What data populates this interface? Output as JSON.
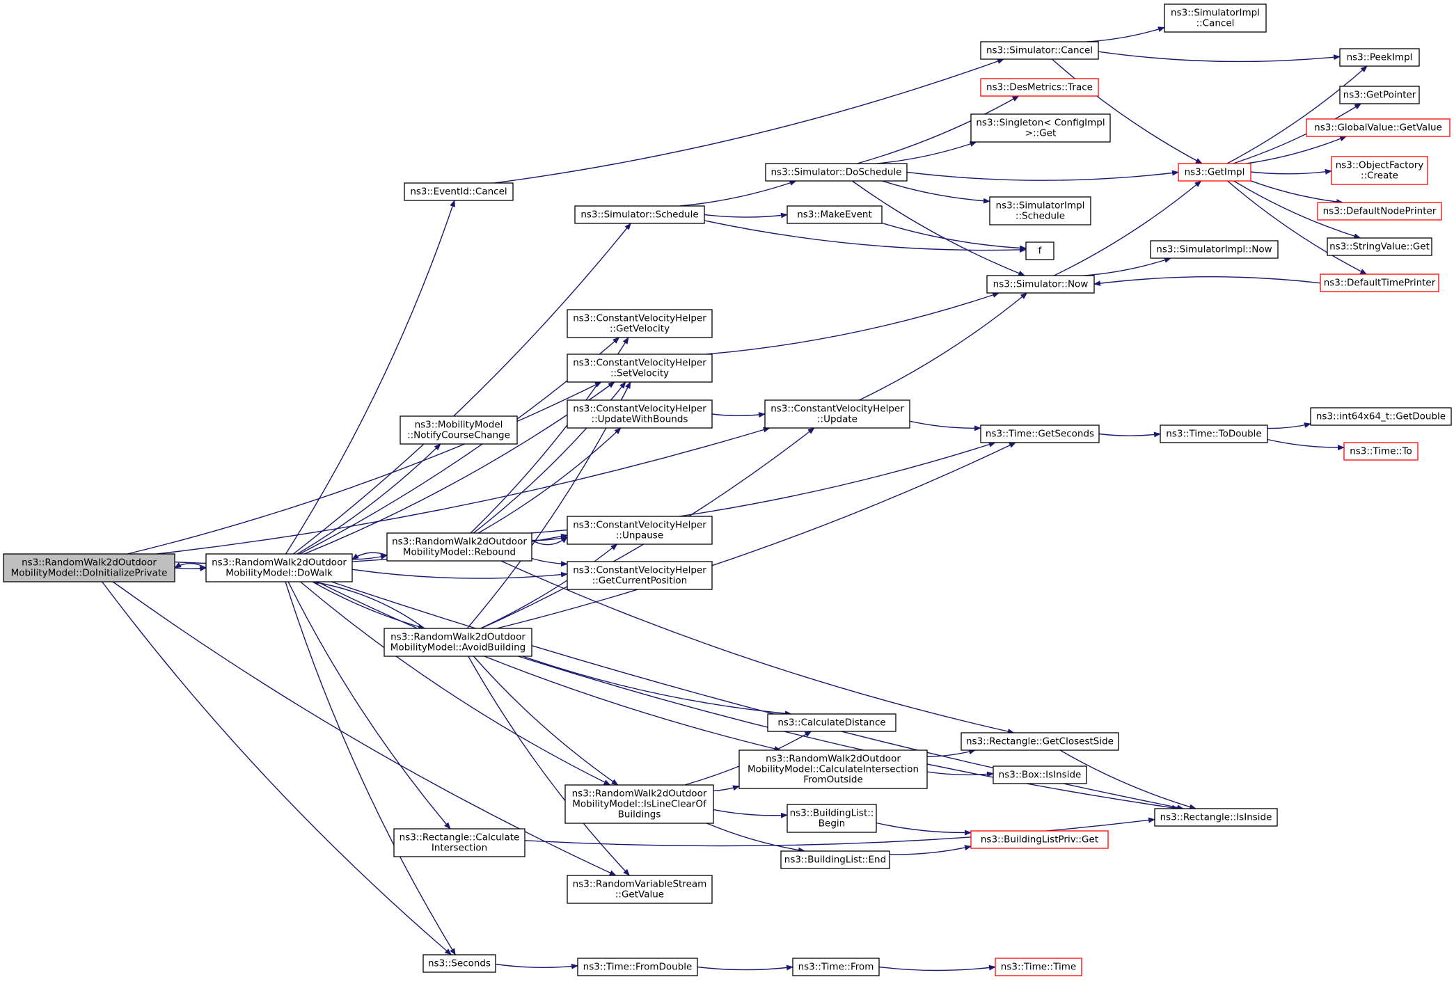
{
  "colors": {
    "edge": "#191970",
    "node_border": "#000000",
    "truncated_node_border": "#ff0000",
    "root_node_fill": "#bfbfbf",
    "node_fill": "#ffffff",
    "background": "#ffffff"
  },
  "nodes": [
    {
      "id": "doinit",
      "lines": [
        "ns3::RandomWalk2dOutdoor",
        "MobilityModel::DoInitializePrivate"
      ],
      "style": "root"
    },
    {
      "id": "dowalk",
      "lines": [
        "ns3::RandomWalk2dOutdoor",
        "MobilityModel::DoWalk"
      ],
      "style": "normal"
    },
    {
      "id": "eventcancel",
      "lines": [
        "ns3::EventId::Cancel"
      ],
      "style": "normal"
    },
    {
      "id": "simcancel",
      "lines": [
        "ns3::Simulator::Cancel"
      ],
      "style": "normal"
    },
    {
      "id": "simimplcancel",
      "lines": [
        "ns3::SimulatorImpl",
        "::Cancel"
      ],
      "style": "normal"
    },
    {
      "id": "peekimpl",
      "lines": [
        "ns3::PeekImpl"
      ],
      "style": "normal"
    },
    {
      "id": "desmetrics",
      "lines": [
        "ns3::DesMetrics::Trace"
      ],
      "style": "truncated"
    },
    {
      "id": "singleton",
      "lines": [
        "ns3::Singleton< ConfigImpl",
        " >::Get"
      ],
      "style": "normal"
    },
    {
      "id": "doschedule",
      "lines": [
        "ns3::Simulator::DoSchedule"
      ],
      "style": "normal"
    },
    {
      "id": "getimpl",
      "lines": [
        "ns3::GetImpl"
      ],
      "style": "truncated"
    },
    {
      "id": "getpointer",
      "lines": [
        "ns3::GetPointer"
      ],
      "style": "normal"
    },
    {
      "id": "gvgetvalue",
      "lines": [
        "ns3::GlobalValue::GetValue"
      ],
      "style": "truncated"
    },
    {
      "id": "objfactory",
      "lines": [
        "ns3::ObjectFactory",
        "::Create"
      ],
      "style": "truncated"
    },
    {
      "id": "defnodeprinter",
      "lines": [
        "ns3::DefaultNodePrinter"
      ],
      "style": "truncated"
    },
    {
      "id": "strvalueget",
      "lines": [
        "ns3::StringValue::Get"
      ],
      "style": "normal"
    },
    {
      "id": "deftimeprinter",
      "lines": [
        "ns3::DefaultTimePrinter"
      ],
      "style": "truncated"
    },
    {
      "id": "simschedule",
      "lines": [
        "ns3::Simulator::Schedule"
      ],
      "style": "normal"
    },
    {
      "id": "makeevent",
      "lines": [
        "ns3::MakeEvent"
      ],
      "style": "normal"
    },
    {
      "id": "simimplschedule",
      "lines": [
        "ns3::SimulatorImpl",
        "::Schedule"
      ],
      "style": "normal"
    },
    {
      "id": "f",
      "lines": [
        "f"
      ],
      "style": "normal"
    },
    {
      "id": "simimplnow",
      "lines": [
        "ns3::SimulatorImpl::Now"
      ],
      "style": "normal"
    },
    {
      "id": "simnow",
      "lines": [
        "ns3::Simulator::Now"
      ],
      "style": "normal"
    },
    {
      "id": "cvhgetvel",
      "lines": [
        "ns3::ConstantVelocityHelper",
        "::GetVelocity"
      ],
      "style": "normal"
    },
    {
      "id": "cvhsetvel",
      "lines": [
        "ns3::ConstantVelocityHelper",
        "::SetVelocity"
      ],
      "style": "normal"
    },
    {
      "id": "notifycourse",
      "lines": [
        "ns3::MobilityModel",
        "::NotifyCourseChange"
      ],
      "style": "normal"
    },
    {
      "id": "cvhupdbounds",
      "lines": [
        "ns3::ConstantVelocityHelper",
        "::UpdateWithBounds"
      ],
      "style": "normal"
    },
    {
      "id": "cvhupdate",
      "lines": [
        "ns3::ConstantVelocityHelper",
        "::Update"
      ],
      "style": "normal"
    },
    {
      "id": "getseconds",
      "lines": [
        "ns3::Time::GetSeconds"
      ],
      "style": "normal"
    },
    {
      "id": "todouble",
      "lines": [
        "ns3::Time::ToDouble"
      ],
      "style": "normal"
    },
    {
      "id": "int64getdouble",
      "lines": [
        "ns3::int64x64_t::GetDouble"
      ],
      "style": "normal"
    },
    {
      "id": "timeto",
      "lines": [
        "ns3::Time::To"
      ],
      "style": "truncated"
    },
    {
      "id": "rebound",
      "lines": [
        "ns3::RandomWalk2dOutdoor",
        "MobilityModel::Rebound"
      ],
      "style": "normal"
    },
    {
      "id": "cvhunpause",
      "lines": [
        "ns3::ConstantVelocityHelper",
        "::Unpause"
      ],
      "style": "normal"
    },
    {
      "id": "cvhgetpos",
      "lines": [
        "ns3::ConstantVelocityHelper",
        "::GetCurrentPosition"
      ],
      "style": "normal"
    },
    {
      "id": "avoidbuilding",
      "lines": [
        "ns3::RandomWalk2dOutdoor",
        "MobilityModel::AvoidBuilding"
      ],
      "style": "normal"
    },
    {
      "id": "calcdist",
      "lines": [
        "ns3::CalculateDistance"
      ],
      "style": "normal"
    },
    {
      "id": "rectclosest",
      "lines": [
        "ns3::Rectangle::GetClosestSide"
      ],
      "style": "normal"
    },
    {
      "id": "calcinter",
      "lines": [
        "ns3::RandomWalk2dOutdoor",
        "MobilityModel::CalculateIntersection",
        "FromOutside"
      ],
      "style": "normal"
    },
    {
      "id": "boxinside",
      "lines": [
        "ns3::Box::IsInside"
      ],
      "style": "normal"
    },
    {
      "id": "islineclear",
      "lines": [
        "ns3::RandomWalk2dOutdoor",
        "MobilityModel::IsLineClearOf",
        "Buildings"
      ],
      "style": "normal"
    },
    {
      "id": "blbegin",
      "lines": [
        "ns3::BuildingList::",
        "Begin"
      ],
      "style": "normal"
    },
    {
      "id": "rectisinside",
      "lines": [
        "ns3::Rectangle::IsInside"
      ],
      "style": "normal"
    },
    {
      "id": "blprivget",
      "lines": [
        "ns3::BuildingListPriv::Get"
      ],
      "style": "truncated"
    },
    {
      "id": "blend",
      "lines": [
        "ns3::BuildingList::End"
      ],
      "style": "normal"
    },
    {
      "id": "rectcalcinter",
      "lines": [
        "ns3::Rectangle::Calculate",
        "Intersection"
      ],
      "style": "normal"
    },
    {
      "id": "rvsgetvalue",
      "lines": [
        "ns3::RandomVariableStream",
        "::GetValue"
      ],
      "style": "normal"
    },
    {
      "id": "seconds",
      "lines": [
        "ns3::Seconds"
      ],
      "style": "normal"
    },
    {
      "id": "fromdouble",
      "lines": [
        "ns3::Time::FromDouble"
      ],
      "style": "normal"
    },
    {
      "id": "timefrom",
      "lines": [
        "ns3::Time::From"
      ],
      "style": "normal"
    },
    {
      "id": "timetime",
      "lines": [
        "ns3::Time::Time"
      ],
      "style": "truncated"
    }
  ],
  "edges": [
    [
      "doinit",
      "dowalk"
    ],
    [
      "doinit",
      "cvhupdate"
    ],
    [
      "doinit",
      "cvhsetvel"
    ],
    [
      "doinit",
      "cvhunpause"
    ],
    [
      "doinit",
      "rvsgetvalue"
    ],
    [
      "doinit",
      "seconds"
    ],
    [
      "dowalk",
      "doinit"
    ],
    [
      "dowalk",
      "eventcancel"
    ],
    [
      "dowalk",
      "simschedule"
    ],
    [
      "dowalk",
      "cvhgetvel"
    ],
    [
      "dowalk",
      "cvhsetvel"
    ],
    [
      "dowalk",
      "notifycourse"
    ],
    [
      "dowalk",
      "cvhgetpos"
    ],
    [
      "dowalk",
      "rebound"
    ],
    [
      "dowalk",
      "avoidbuilding"
    ],
    [
      "dowalk",
      "calcinter"
    ],
    [
      "dowalk",
      "islineclear"
    ],
    [
      "dowalk",
      "rectcalcinter"
    ],
    [
      "dowalk",
      "seconds"
    ],
    [
      "dowalk",
      "rectisinside"
    ],
    [
      "eventcancel",
      "simcancel"
    ],
    [
      "simcancel",
      "simimplcancel"
    ],
    [
      "simcancel",
      "peekimpl"
    ],
    [
      "simcancel",
      "getimpl"
    ],
    [
      "doschedule",
      "desmetrics"
    ],
    [
      "doschedule",
      "singleton"
    ],
    [
      "doschedule",
      "getimpl"
    ],
    [
      "doschedule",
      "simimplschedule"
    ],
    [
      "doschedule",
      "simnow"
    ],
    [
      "getimpl",
      "peekimpl"
    ],
    [
      "getimpl",
      "getpointer"
    ],
    [
      "getimpl",
      "gvgetvalue"
    ],
    [
      "getimpl",
      "objfactory"
    ],
    [
      "getimpl",
      "defnodeprinter"
    ],
    [
      "getimpl",
      "strvalueget"
    ],
    [
      "getimpl",
      "deftimeprinter"
    ],
    [
      "deftimeprinter",
      "simnow"
    ],
    [
      "simschedule",
      "doschedule"
    ],
    [
      "simschedule",
      "makeevent"
    ],
    [
      "simschedule",
      "f"
    ],
    [
      "makeevent",
      "f"
    ],
    [
      "simnow",
      "simimplnow"
    ],
    [
      "simnow",
      "getimpl"
    ],
    [
      "cvhsetvel",
      "simnow"
    ],
    [
      "cvhupdbounds",
      "cvhupdate"
    ],
    [
      "cvhupdate",
      "simnow"
    ],
    [
      "cvhupdate",
      "getseconds"
    ],
    [
      "getseconds",
      "todouble"
    ],
    [
      "todouble",
      "int64getdouble"
    ],
    [
      "todouble",
      "timeto"
    ],
    [
      "rebound",
      "dowalk"
    ],
    [
      "rebound",
      "cvhunpause"
    ],
    [
      "rebound",
      "cvhgetpos"
    ],
    [
      "rebound",
      "cvhgetvel"
    ],
    [
      "rebound",
      "cvhsetvel"
    ],
    [
      "rebound",
      "cvhupdbounds"
    ],
    [
      "rebound",
      "getseconds"
    ],
    [
      "rebound",
      "rectclosest"
    ],
    [
      "avoidbuilding",
      "dowalk"
    ],
    [
      "avoidbuilding",
      "cvhupdate"
    ],
    [
      "avoidbuilding",
      "getseconds"
    ],
    [
      "avoidbuilding",
      "cvhunpause"
    ],
    [
      "avoidbuilding",
      "cvhsetvel"
    ],
    [
      "avoidbuilding",
      "calcdist"
    ],
    [
      "avoidbuilding",
      "islineclear"
    ],
    [
      "avoidbuilding",
      "rvsgetvalue"
    ],
    [
      "avoidbuilding",
      "rectisinside"
    ],
    [
      "rebound",
      "cvhunpause"
    ],
    [
      "calcinter",
      "rectclosest"
    ],
    [
      "calcinter",
      "boxinside"
    ],
    [
      "rectclosest",
      "rectisinside"
    ],
    [
      "islineclear",
      "calcdist"
    ],
    [
      "islineclear",
      "calcinter"
    ],
    [
      "islineclear",
      "blbegin"
    ],
    [
      "islineclear",
      "blend"
    ],
    [
      "blbegin",
      "blprivget"
    ],
    [
      "blend",
      "blprivget"
    ],
    [
      "rectcalcinter",
      "rectisinside"
    ],
    [
      "seconds",
      "fromdouble"
    ],
    [
      "fromdouble",
      "timefrom"
    ],
    [
      "timefrom",
      "timetime"
    ]
  ]
}
